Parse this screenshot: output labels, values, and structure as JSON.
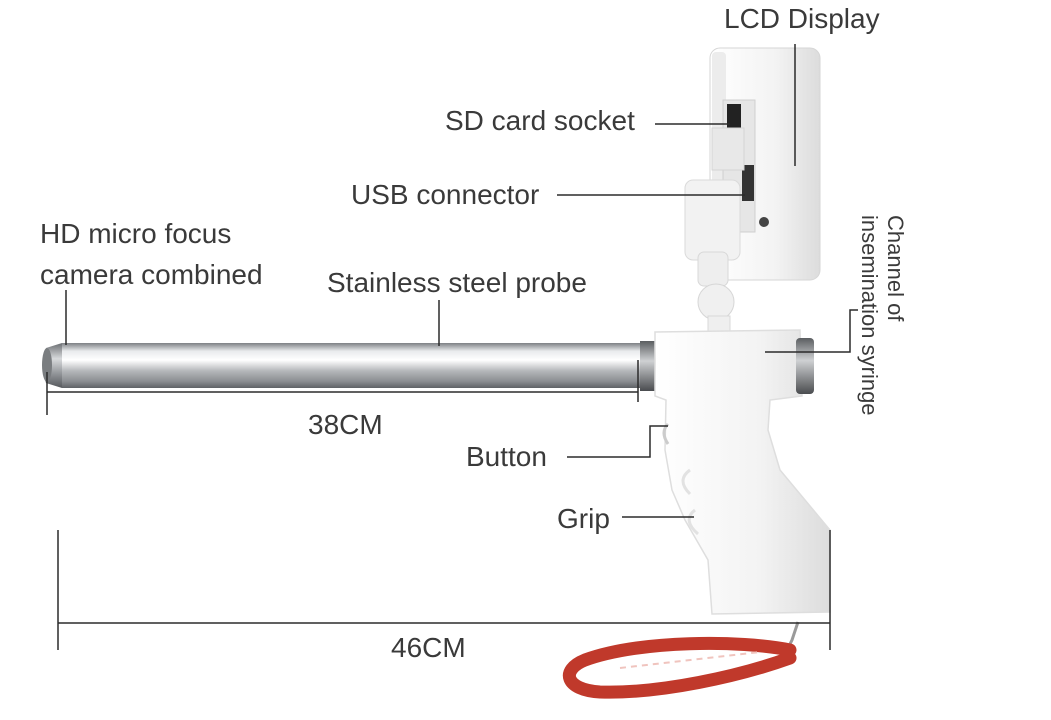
{
  "labels": {
    "lcd_display": "LCD Display",
    "sd_card_socket": "SD card socket",
    "usb_connector": "USB connector",
    "camera_line1": "HD micro focus",
    "camera_line2": "camera combined",
    "probe": "Stainless steel probe",
    "channel_line1": "Channel of",
    "channel_line2": "insemination syringe",
    "button": "Button",
    "grip": "Grip"
  },
  "dimensions": {
    "probe_length": "38CM",
    "total_length": "46CM"
  },
  "colors": {
    "leader_line": "#2b2b2b",
    "body_white": "#f4f4f4",
    "steel": "#b9bcbf",
    "strap": "#c0392b"
  }
}
